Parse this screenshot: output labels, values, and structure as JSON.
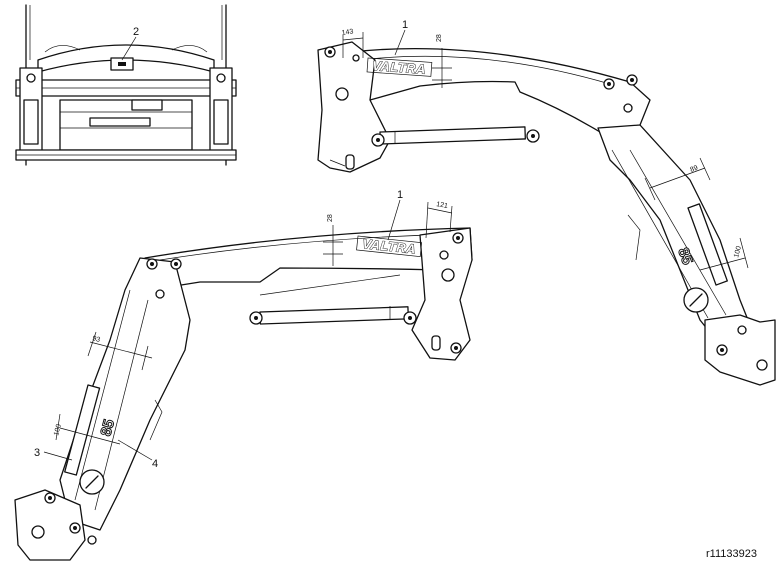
{
  "figure": {
    "reference_code": "r11133923",
    "brand_decal": "VALTRA",
    "model_decal": "85",
    "callouts": [
      "1",
      "2",
      "1",
      "3",
      "4"
    ],
    "dimensions_right_boom": [
      "143",
      "28",
      "89",
      "100"
    ],
    "dimensions_left_boom": [
      "28",
      "121",
      "93",
      "100"
    ]
  }
}
